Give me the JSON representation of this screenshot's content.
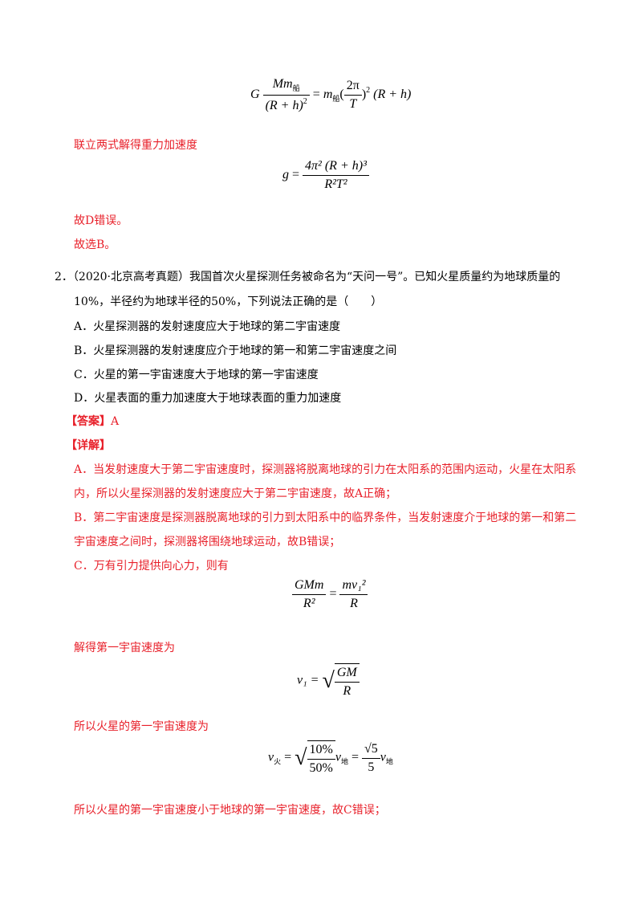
{
  "eq_top": {
    "lhs": "G",
    "num": "Mm",
    "num_sub": "船",
    "den": "(R + h)",
    "den_sup": "2",
    "rhs_m": "m",
    "rhs_sub": "船",
    "rhs_paren_open": "(",
    "rhs_frac_num": "2π",
    "rhs_frac_den": "T",
    "rhs_paren_close": ")",
    "rhs_sup": "2",
    "rhs_tail": "(R + h)"
  },
  "sol1": {
    "line_combine": "联立两式解得重力加速度",
    "eq_g": {
      "g": "g",
      "num": "4π² (R + h)³",
      "den": "R²T²"
    },
    "line_d_wrong": "故D错误。",
    "line_select": "故选B。"
  },
  "q2": {
    "line1": "2．（2020·北京高考真题）我国首次火星探测任务被命名为“天问一号”。已知火星质量约为地球质量的",
    "line2": "10%，半径约为地球半径的50%，下列说法正确的是（　　）",
    "options": [
      "A．火星探测器的发射速度应大于地球的第二宇宙速度",
      "B．火星探测器的发射速度应介于地球的第一和第二宇宙速度之间",
      "C．火星的第一宇宙速度大于地球的第一宇宙速度",
      "D．火星表面的重力加速度大于地球表面的重力加速度"
    ],
    "answer_label": "【答案】",
    "answer_value": "A",
    "detail_label": "【详解】",
    "detail": {
      "a_line1": "A．当发射速度大于第二宇宙速度时，探测器将脱离地球的引力在太阳系的范围内运动，火星在太阳系",
      "a_line2": "内，所以火星探测器的发射速度应大于第二宇宙速度，故A正确；",
      "b_line1": "B．第二宇宙速度是探测器脱离地球的引力到太阳系中的临界条件，当发射速度介于地球的第一和第二",
      "b_line2": "宇宙速度之间时，探测器将围绕地球运动，故B错误；",
      "c_line1": "C．万有引力提供向心力，则有",
      "eq_gm": {
        "num": "GMm",
        "den": "R²",
        "rhs_num": "mv₁²",
        "rhs_den": "R"
      },
      "line_first_cosmic": "解得第一宇宙速度为",
      "eq_v1": {
        "lhs": "v₁ =",
        "num": "GM",
        "den": "R"
      },
      "line_mars": "所以火星的第一宇宙速度为",
      "eq_vmars": {
        "lhs": "v",
        "lhs_sub": "火",
        "num": "10%",
        "den": "50%",
        "mid_v": "v",
        "mid_sub": "地",
        "rhs_num": "√5",
        "rhs_den": "5",
        "rhs_v": "v",
        "rhs_sub": "地"
      },
      "line_conclusion": "所以火星的第一宇宙速度小于地球的第一宇宙速度，故C错误；"
    }
  }
}
